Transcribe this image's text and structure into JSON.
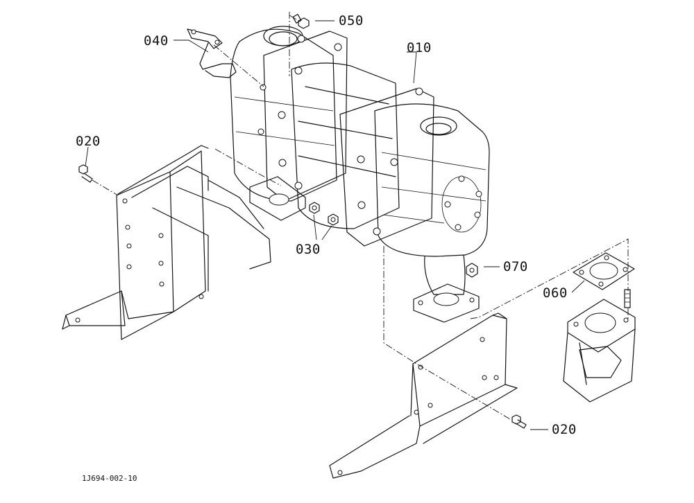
{
  "callouts": {
    "p010": "010",
    "p020_left": "020",
    "p020_right": "020",
    "p030": "030",
    "p040": "040",
    "p050": "050",
    "p060": "060",
    "p070": "070"
  },
  "drawing_code": "1J694-002-10"
}
